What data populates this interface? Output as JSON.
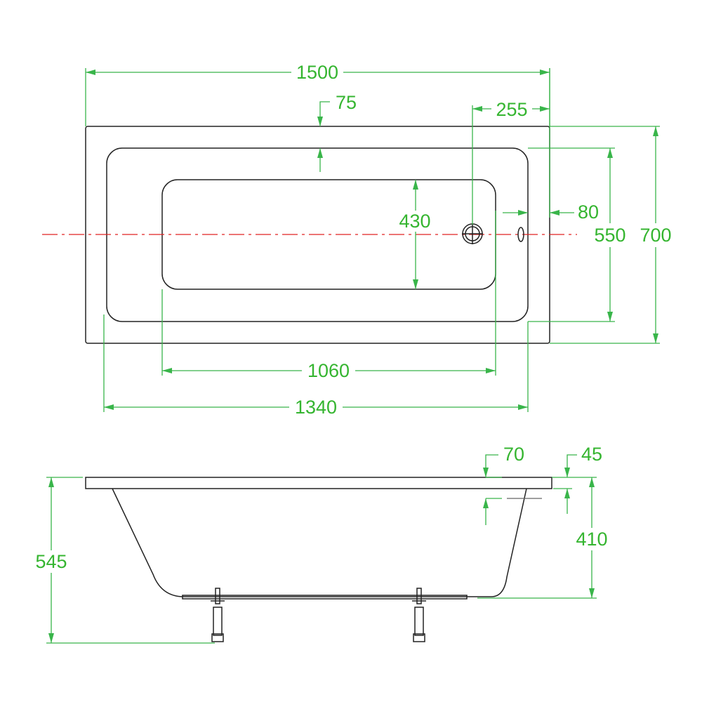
{
  "colors": {
    "dimension": "#39b54a",
    "outline": "#222222",
    "centerline": "#e02020"
  },
  "top_view": {
    "overall_length": "1500",
    "rim_width": "75",
    "drain_offset": "255",
    "overflow_offset": "80",
    "basin_inner_width": "430",
    "inner_width": "550",
    "overall_width": "700",
    "basin_length": "1060",
    "inner_length": "1340"
  },
  "side_view": {
    "overall_height": "545",
    "rim_depth_drain": "70",
    "rim_thickness": "45",
    "tub_depth": "410"
  }
}
